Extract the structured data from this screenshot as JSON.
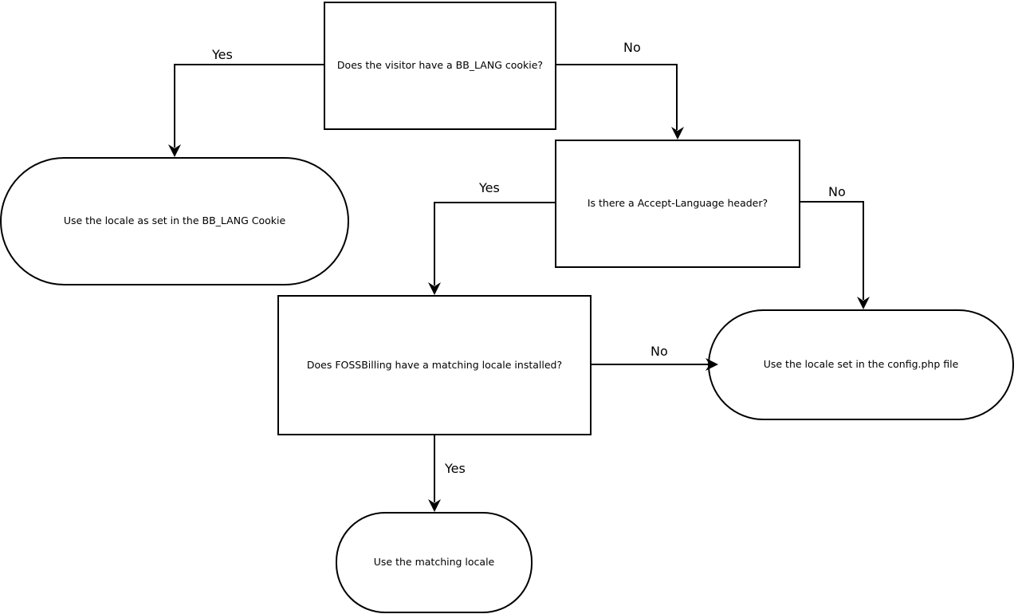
{
  "diagram": {
    "type": "flowchart",
    "colors": {
      "stroke": "#000000",
      "fill": "#ffffff",
      "text": "#000000"
    },
    "nodes": [
      {
        "id": "bb-lang-cookie-question",
        "shape": "rectangle",
        "label": "Does the visitor have a BB_LANG cookie?"
      },
      {
        "id": "use-bb-lang-cookie-locale",
        "shape": "rounded",
        "label": "Use the locale as set in the BB_LANG Cookie"
      },
      {
        "id": "accept-language-question",
        "shape": "rectangle",
        "label": "Is there a Accept-Language header?"
      },
      {
        "id": "matching-locale-question",
        "shape": "rectangle",
        "label": "Does FOSSBilling have a matching locale installed?"
      },
      {
        "id": "use-config-php-locale",
        "shape": "rounded",
        "label": "Use the locale set in the config.php file"
      },
      {
        "id": "use-matching-locale",
        "shape": "rounded",
        "label": "Use the matching locale"
      }
    ],
    "edges": [
      {
        "from": "bb-lang-cookie-question",
        "to": "use-bb-lang-cookie-locale",
        "label": "Yes"
      },
      {
        "from": "bb-lang-cookie-question",
        "to": "accept-language-question",
        "label": "No"
      },
      {
        "from": "accept-language-question",
        "to": "matching-locale-question",
        "label": "Yes"
      },
      {
        "from": "accept-language-question",
        "to": "use-config-php-locale",
        "label": "No"
      },
      {
        "from": "matching-locale-question",
        "to": "use-config-php-locale",
        "label": "No"
      },
      {
        "from": "matching-locale-question",
        "to": "use-matching-locale",
        "label": "Yes"
      }
    ]
  }
}
